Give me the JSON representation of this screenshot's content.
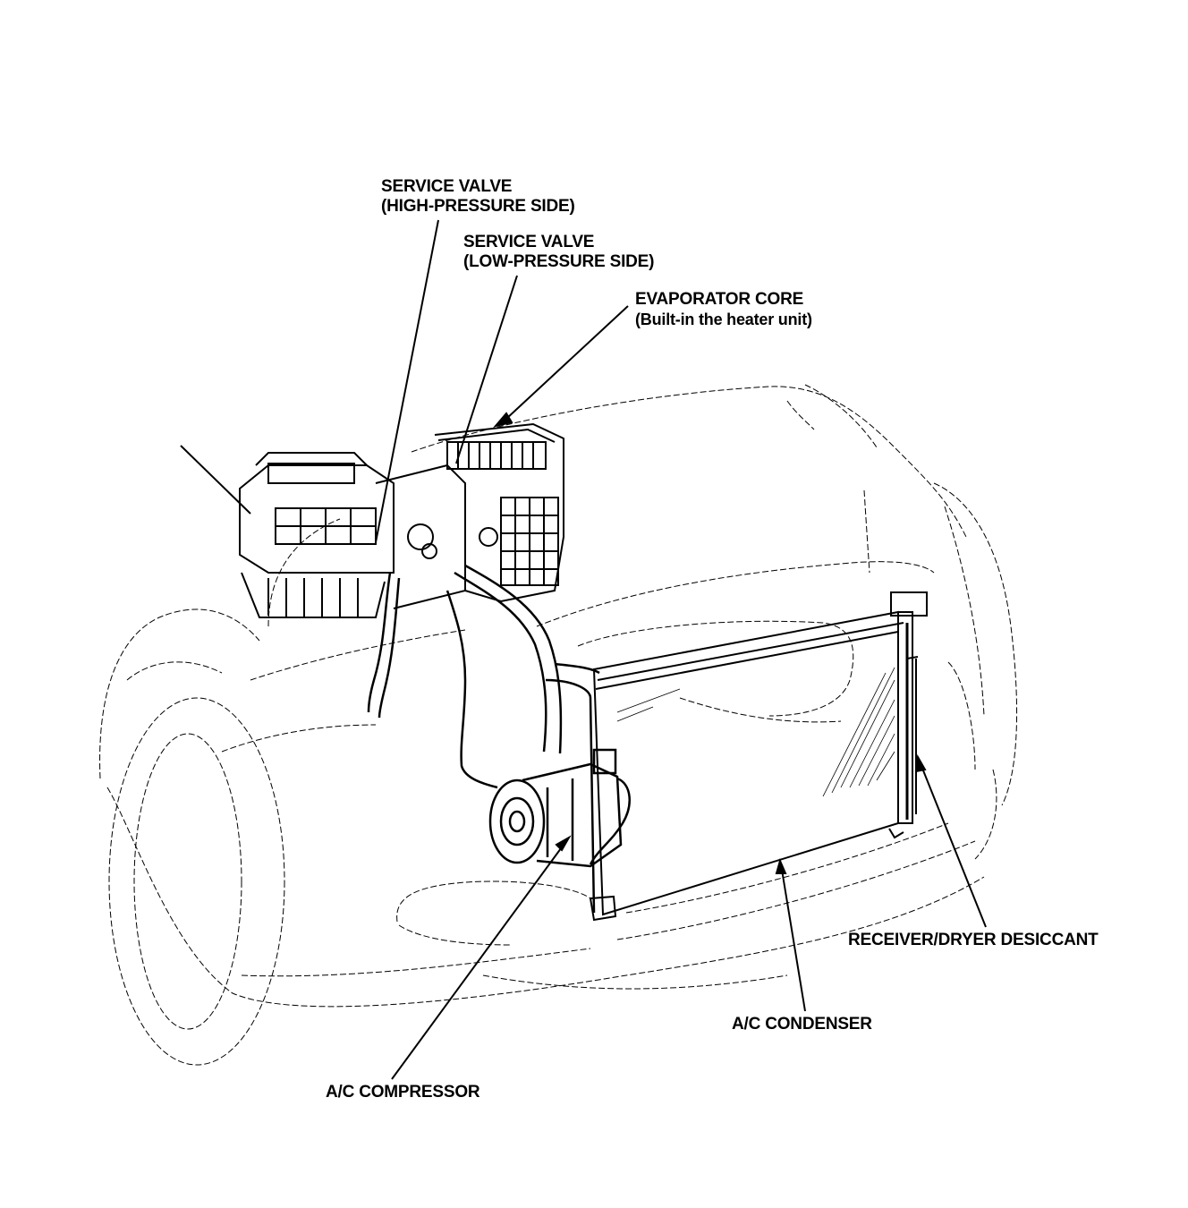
{
  "labels": {
    "service_valve_high": {
      "line1": "SERVICE VALVE",
      "line2": "(HIGH-PRESSURE SIDE)"
    },
    "service_valve_low": {
      "line1": "SERVICE VALVE",
      "line2": "(LOW-PRESSURE SIDE)"
    },
    "evaporator_core": {
      "line1": "EVAPORATOR CORE",
      "line2": "(Built-in the heater unit)"
    },
    "receiver_dryer": "RECEIVER/DRYER DESICCANT",
    "condenser": "A/C CONDENSER",
    "compressor": "A/C COMPRESSOR"
  },
  "colors": {
    "ink": "#000000",
    "background": "#ffffff"
  }
}
